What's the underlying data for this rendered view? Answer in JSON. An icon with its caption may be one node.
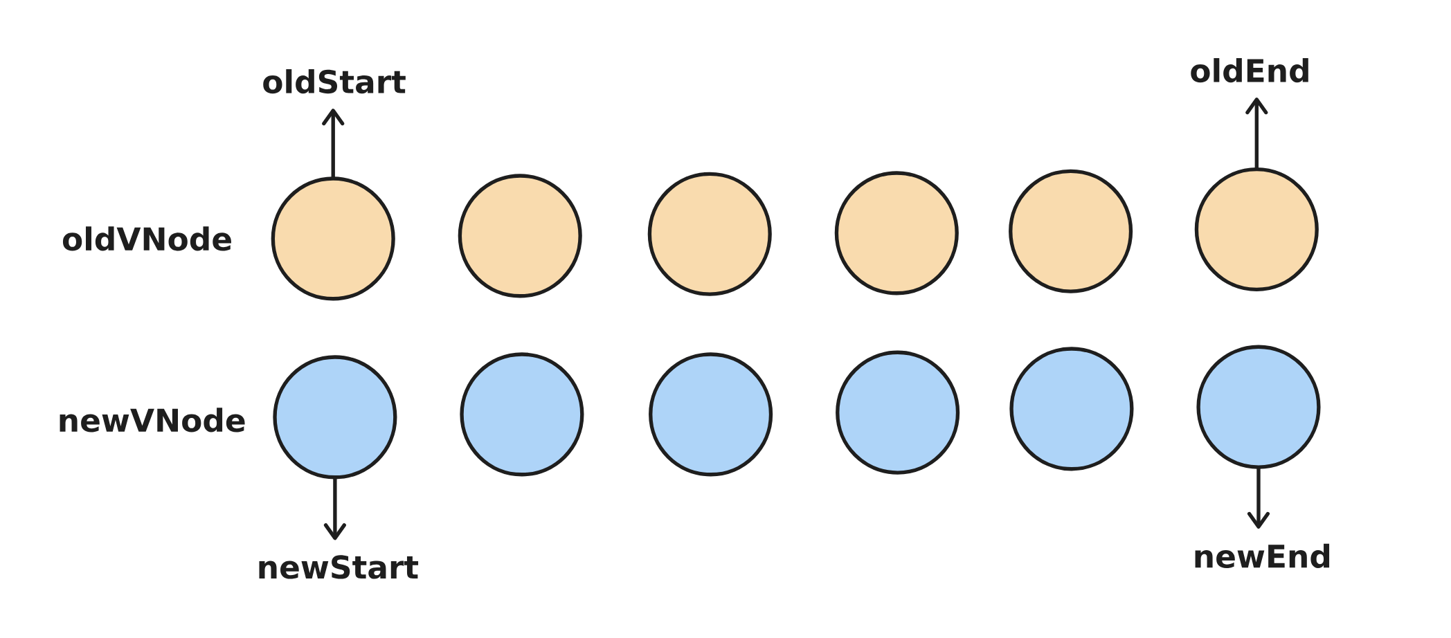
{
  "diagram": {
    "nodes": [
      {
        "text": [
          "oldStart"
        ]
      },
      {
        "text": [
          "oldEnd"
        ]
      },
      {
        "text": [],
        "shape": "circle"
      },
      {
        "text": [],
        "shape": "circle"
      },
      {
        "text": [],
        "shape": "circle"
      },
      {
        "text": [],
        "shape": "circle"
      },
      {
        "text": [],
        "shape": "circle"
      },
      {
        "text": [],
        "shape": "circle"
      },
      {
        "text": [],
        "shape": "circle"
      },
      {
        "text": [],
        "shape": "circle"
      },
      {
        "text": [],
        "shape": "circle"
      },
      {
        "text": [],
        "shape": "circle"
      },
      {
        "text": [],
        "shape": "circle"
      },
      {
        "text": [],
        "shape": "circle"
      },
      {
        "text": [
          "newStart"
        ]
      },
      {
        "text": [
          "newEnd"
        ]
      }
    ],
    "edges": [
      {
        "from": 2,
        "to": 0,
        "arrow": "to"
      },
      {
        "from": 7,
        "to": 1,
        "arrow": "to"
      },
      {
        "from": 8,
        "to": 14,
        "arrow": "to"
      },
      {
        "from": 13,
        "to": 15,
        "arrow": "to"
      }
    ],
    "labels": [
      "oldVNode",
      "newVNode"
    ]
  }
}
